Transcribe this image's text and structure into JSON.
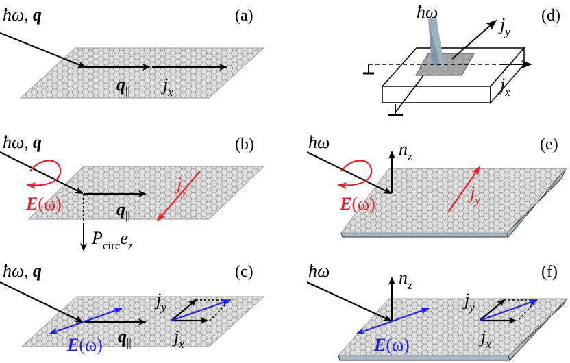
{
  "colors": {
    "black": "#000000",
    "red": "#e8202a",
    "blue": "#1f1fe6",
    "sheet_fill": "#dedede",
    "sheet_stroke": "#888888",
    "substrate": "#a9b8c2",
    "beam": "#9cb2bf"
  },
  "panels": {
    "a": {
      "tag": "(a)",
      "hbar_omega": "ħω,",
      "q": "q",
      "q_par": "q",
      "q_par_sub": "||",
      "j": "j",
      "j_sub": "x"
    },
    "b": {
      "tag": "(b)",
      "hbar_omega": "ħω,",
      "q": "q",
      "e_field": "E",
      "omega_arg": "(ω)",
      "q_par": "q",
      "q_par_sub": "||",
      "j": "j",
      "j_sub": "y",
      "p": "P",
      "p_sub": "circ",
      "e_z": "e",
      "e_z_sub": "z"
    },
    "c": {
      "tag": "(c)",
      "hbar_omega": "ħω,",
      "q": "q",
      "e_field": "E",
      "omega_arg": "(ω)",
      "q_par": "q",
      "q_par_sub": "||",
      "jy": "j",
      "jy_sub": "y",
      "jx": "j",
      "jx_sub": "x"
    },
    "d": {
      "tag": "(d)",
      "hbar_omega": "ħω",
      "jy": "j",
      "jy_sub": "y",
      "jx": "j",
      "jx_sub": "x"
    },
    "e": {
      "tag": "(e)",
      "hbar_omega": "ħω",
      "n": "n",
      "n_sub": "z",
      "e_field": "E",
      "omega_arg": "(ω)",
      "j": "j",
      "j_sub": "y"
    },
    "f": {
      "tag": "(f)",
      "hbar_omega": "ħω",
      "n": "n",
      "n_sub": "z",
      "e_field": "E",
      "omega_arg": "(ω)",
      "jy": "j",
      "jy_sub": "y",
      "jx": "j",
      "jx_sub": "x"
    }
  }
}
